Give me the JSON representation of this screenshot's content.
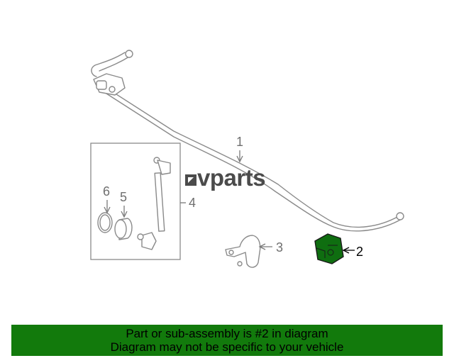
{
  "diagram": {
    "callouts": {
      "part1": "1",
      "part2": "2",
      "part3": "3",
      "part4": "4",
      "part5": "5",
      "part6": "6"
    },
    "highlight_color": "#0f6e10",
    "watermark": "vparts"
  },
  "banner": {
    "line1": "Part or sub-assembly is #2 in diagram",
    "line2": "Diagram may not be specific to your vehicle",
    "background": "#127a0c"
  }
}
